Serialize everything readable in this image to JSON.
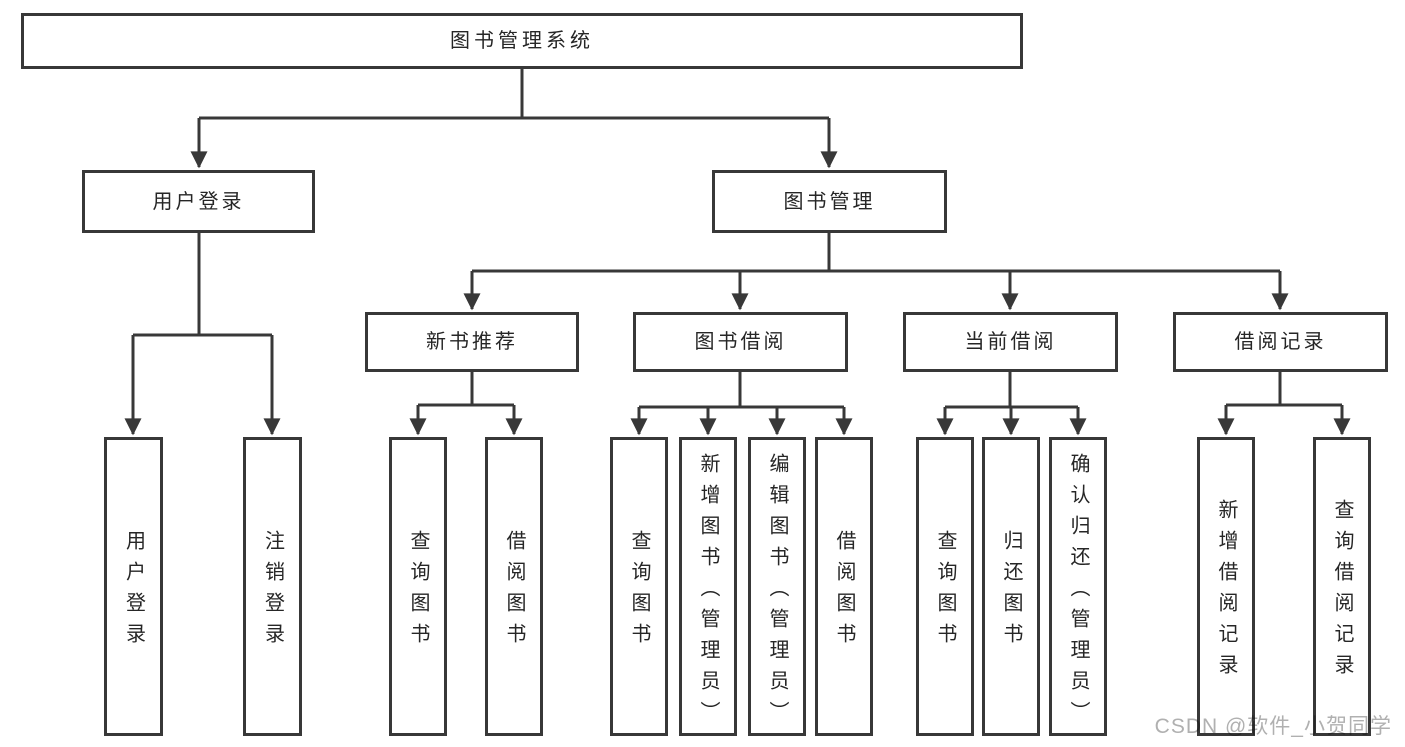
{
  "tree": {
    "root": {
      "label": "图书管理系统",
      "children": [
        {
          "label": "用户登录",
          "children": [
            {
              "label": "用户登录"
            },
            {
              "label": "注销登录"
            }
          ]
        },
        {
          "label": "图书管理",
          "children": [
            {
              "label": "新书推荐",
              "children": [
                {
                  "label": "查询图书"
                },
                {
                  "label": "借阅图书"
                }
              ]
            },
            {
              "label": "图书借阅",
              "children": [
                {
                  "label": "查询图书"
                },
                {
                  "label": "新增图书（管理员）"
                },
                {
                  "label": "编辑图书（管理员）"
                },
                {
                  "label": "借阅图书"
                }
              ]
            },
            {
              "label": "当前借阅",
              "children": [
                {
                  "label": "查询图书"
                },
                {
                  "label": "归还图书"
                },
                {
                  "label": "确认归还（管理员）"
                }
              ]
            },
            {
              "label": "借阅记录",
              "children": [
                {
                  "label": "新增借阅记录"
                },
                {
                  "label": "查询借阅记录"
                }
              ]
            }
          ]
        }
      ]
    }
  },
  "watermark": "CSDN @软件_小贺同学",
  "colors": {
    "line": "#383838",
    "text": "#262626",
    "background": "#ffffff",
    "watermark": "#b0b0b0"
  }
}
